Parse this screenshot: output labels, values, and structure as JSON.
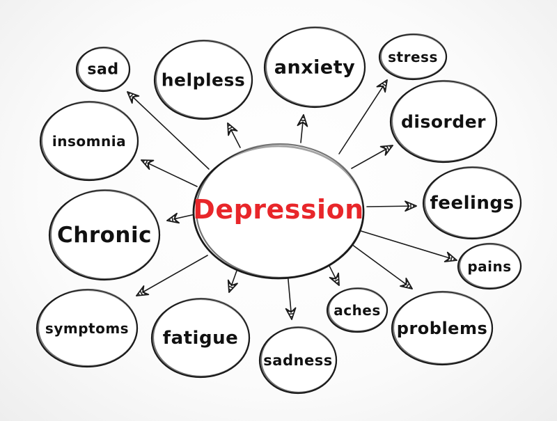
{
  "center": {
    "label": "Depression",
    "color": "#e8262a"
  },
  "nodes": [
    {
      "id": "sad",
      "label": "sad"
    },
    {
      "id": "helpless",
      "label": "helpless"
    },
    {
      "id": "anxiety",
      "label": "anxiety"
    },
    {
      "id": "stress",
      "label": "stress"
    },
    {
      "id": "insomnia",
      "label": "insomnia"
    },
    {
      "id": "disorder",
      "label": "disorder"
    },
    {
      "id": "feelings",
      "label": "feelings"
    },
    {
      "id": "chronic",
      "label": "Chronic"
    },
    {
      "id": "pains",
      "label": "pains"
    },
    {
      "id": "symptoms",
      "label": "symptoms"
    },
    {
      "id": "fatigue",
      "label": "fatigue"
    },
    {
      "id": "sadness",
      "label": "sadness"
    },
    {
      "id": "aches",
      "label": "aches"
    },
    {
      "id": "problems",
      "label": "problems"
    }
  ]
}
